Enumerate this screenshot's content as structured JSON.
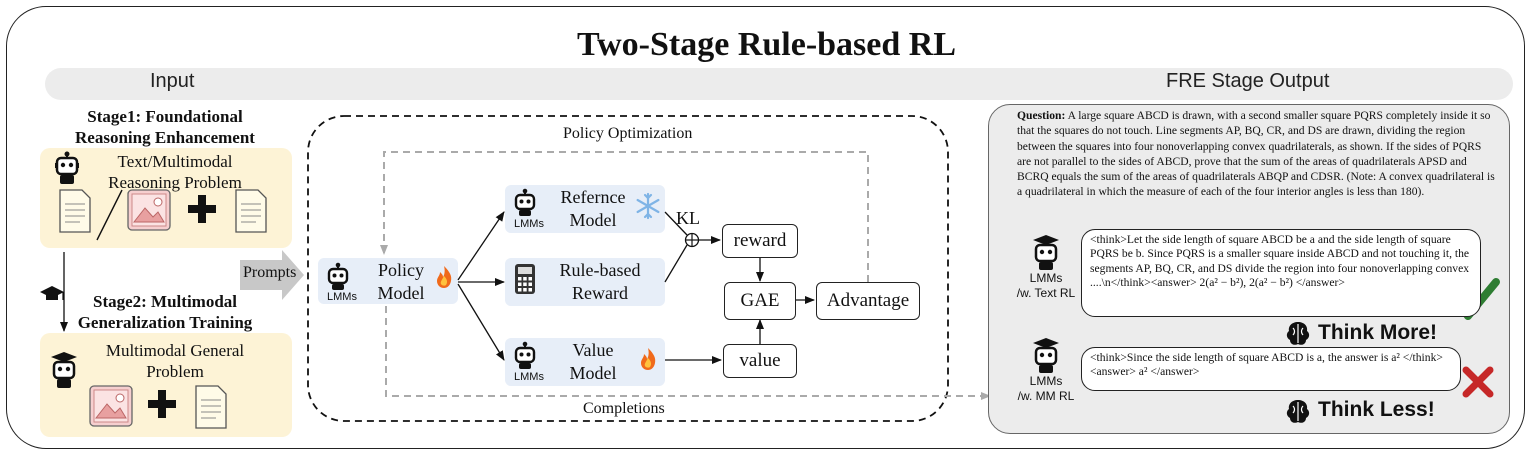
{
  "title": "Two-Stage Rule-based RL",
  "header": {
    "input_label": "Input",
    "output_label": "FRE Stage Output"
  },
  "stage1": {
    "title_line1": "Stage1: Foundational",
    "title_line2": "Reasoning Enhancement",
    "box_line1": "Text/Multimodal",
    "box_line2": "Reasoning Problem"
  },
  "stage2": {
    "title_line1": "Stage2: Multimodal",
    "title_line2": "Generalization Training",
    "box_line1": "Multimodal General",
    "box_line2": "Problem"
  },
  "prompts_label": "Prompts",
  "policy_optimization_label": "Policy Optimization",
  "completions_label": "Completions",
  "lmms_label": "LMMs",
  "policy_model": {
    "line1": "Policy",
    "line2": "Model"
  },
  "reference_model": {
    "line1": "Refernce",
    "line2": "Model"
  },
  "rule_reward": {
    "line1": "Rule-based",
    "line2": "Reward"
  },
  "value_model": {
    "line1": "Value",
    "line2": "Model"
  },
  "kl_label": "KL",
  "reward_label": "reward",
  "gae_label": "GAE",
  "advantage_label": "Advantage",
  "value_label": "value",
  "question": {
    "label": "Question:",
    "text": "A large square ABCD is drawn, with a second smaller square PQRS completely inside it so that the squares do not touch. Line segments AP, BQ, CR, and DS are drawn, dividing the region between the squares into four nonoverlapping convex quadrilaterals, as shown. If the sides of PQRS are not parallel to the sides of ABCD, prove that the sum of the areas of quadrilaterals APSD and BCRQ equals the sum of the areas of quadrilaterals ABQP and CDSR. (Note: A convex quadrilateral is a quadrilateral in which the measure of each of the four interior angles is less than 180)."
  },
  "text_rl": {
    "model_line1": "LMMs",
    "model_line2": "/w. Text RL",
    "response": "<think>Let the side length of square ABCD be a and the side length of square PQRS be b. Since PQRS is a smaller square inside ABCD and not touching it, the segments AP, BQ, CR, and DS divide the region into four nonoverlapping convex ....\\n</think><answer> 2(a² − b²), 2(a² − b²) </answer>",
    "verdict": "Think More!"
  },
  "mm_rl": {
    "model_line1": "LMMs",
    "model_line2": "/w. MM RL",
    "response": "<think>Since the side length of square ABCD is a,  the answer is a² </think><answer> a² </answer>",
    "verdict": "Think Less!"
  },
  "colors": {
    "input_box": "#fdf3d6",
    "model_box": "#e7eef8",
    "panel": "#ececec",
    "check": "#2e7d32",
    "cross": "#c62828",
    "fire": "#f06a1b",
    "snow": "#7fb4e6"
  }
}
